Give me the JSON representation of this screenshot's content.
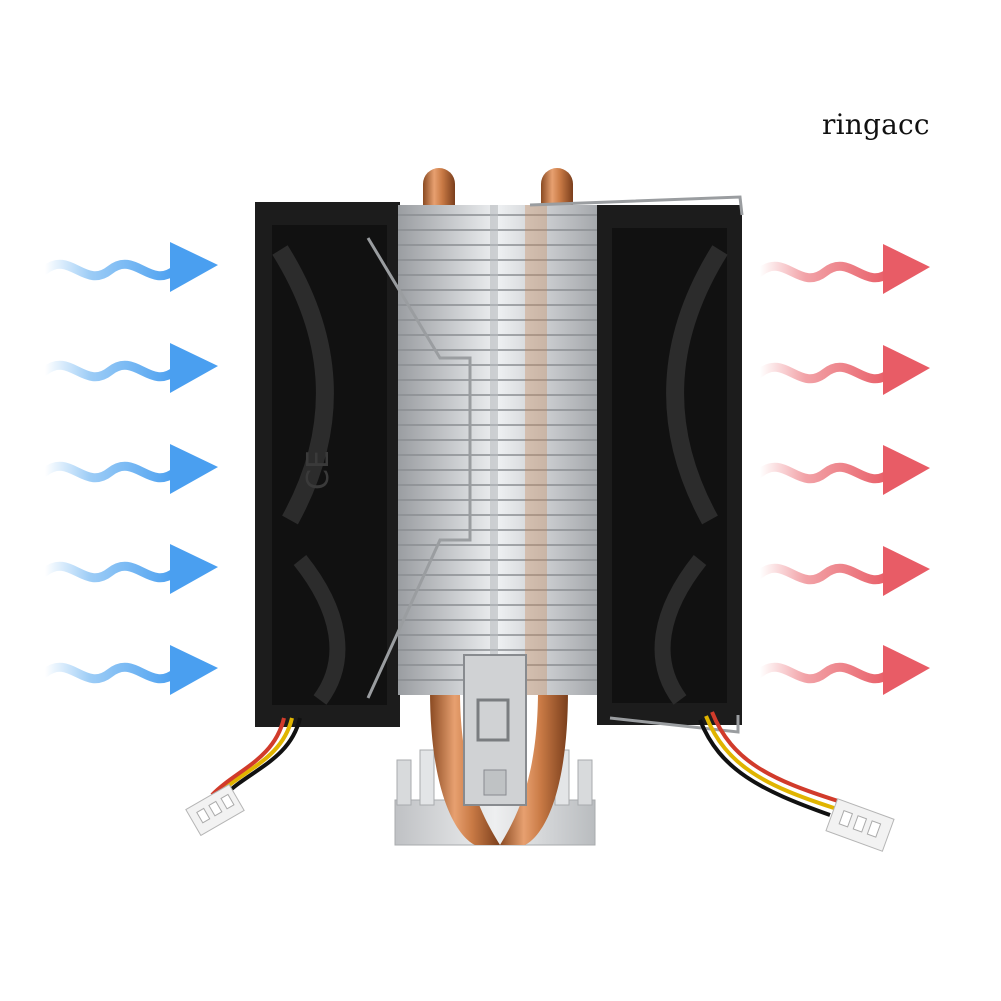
{
  "watermark": {
    "text": "ringacc"
  },
  "product": {
    "kind": "cpu-cooler",
    "fans": 2,
    "heatpipes": 2,
    "intake_arrow_color": "#5aaaf0",
    "exhaust_arrow_color": "#e9646c",
    "fan_color": "#1c1c1c",
    "fin_color": "#c7c9cc",
    "copper_color": "#c97a45",
    "base_color": "#d9dbdd",
    "label_mark": "CE"
  },
  "airflow": {
    "intake": {
      "direction": "right",
      "count": 5
    },
    "exhaust": {
      "direction": "right",
      "count": 5
    }
  }
}
